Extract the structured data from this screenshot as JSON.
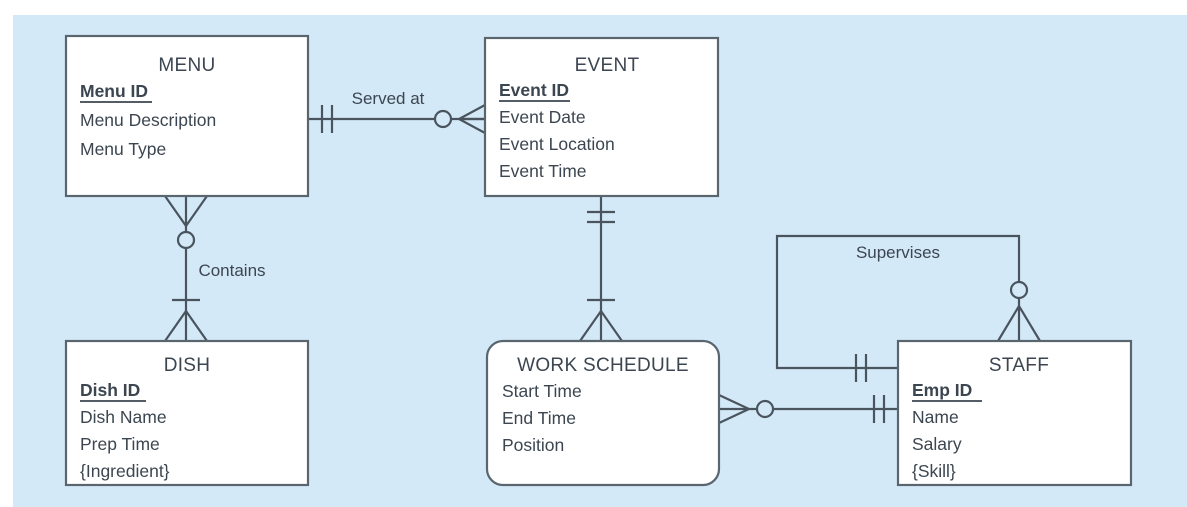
{
  "diagram": {
    "type": "entity-relationship-diagram",
    "notation": "crow's foot",
    "canvas_color": "#d4e9f7",
    "entity_fill": "#ffffff",
    "line_color": "#4a545e",
    "text_color": "#3c4650"
  },
  "entities": [
    {
      "id": "menu",
      "name": "MENU",
      "shape": "rectangle",
      "kind": "strong",
      "attributes": [
        {
          "label": "Menu ID",
          "key": true
        },
        {
          "label": "Menu Description",
          "key": false
        },
        {
          "label": "Menu Type",
          "key": false
        }
      ]
    },
    {
      "id": "event",
      "name": "EVENT",
      "shape": "rectangle",
      "kind": "strong",
      "attributes": [
        {
          "label": "Event ID",
          "key": true
        },
        {
          "label": "Event Date",
          "key": false
        },
        {
          "label": "Event Location",
          "key": false
        },
        {
          "label": "Event Time",
          "key": false
        }
      ]
    },
    {
      "id": "dish",
      "name": "DISH",
      "shape": "rectangle",
      "kind": "strong",
      "attributes": [
        {
          "label": "Dish ID",
          "key": true
        },
        {
          "label": "Dish Name",
          "key": false
        },
        {
          "label": "Prep Time",
          "key": false
        },
        {
          "label": "{Ingredient}",
          "key": false
        }
      ]
    },
    {
      "id": "work-schedule",
      "name": "WORK SCHEDULE",
      "shape": "rounded-rectangle",
      "kind": "weak",
      "attributes": [
        {
          "label": "Start Time",
          "key": false
        },
        {
          "label": "End Time",
          "key": false
        },
        {
          "label": "Position",
          "key": false
        }
      ]
    },
    {
      "id": "staff",
      "name": "STAFF",
      "shape": "rectangle",
      "kind": "strong",
      "attributes": [
        {
          "label": "Emp ID",
          "key": true
        },
        {
          "label": "Name",
          "key": false
        },
        {
          "label": "Salary",
          "key": false
        },
        {
          "label": "{Skill}",
          "key": false
        }
      ]
    }
  ],
  "relationships": [
    {
      "id": "served-at",
      "label": "Served at",
      "from": "menu",
      "to": "event",
      "from_cardinality": "one-and-only-one",
      "to_cardinality": "zero-or-many"
    },
    {
      "id": "contains",
      "label": "Contains",
      "from": "menu",
      "to": "dish",
      "from_cardinality": "zero-or-many",
      "to_cardinality": "one-or-many"
    },
    {
      "id": "event-work-schedule",
      "label": "",
      "from": "event",
      "to": "work-schedule",
      "from_cardinality": "one-and-only-one",
      "to_cardinality": "one-or-many"
    },
    {
      "id": "work-schedule-staff",
      "label": "",
      "from": "work-schedule",
      "to": "staff",
      "from_cardinality": "zero-or-many",
      "to_cardinality": "one-and-only-one"
    },
    {
      "id": "supervises",
      "label": "Supervises",
      "from": "staff",
      "to": "staff",
      "from_cardinality": "one-and-only-one",
      "to_cardinality": "zero-or-many",
      "recursive": true
    }
  ]
}
